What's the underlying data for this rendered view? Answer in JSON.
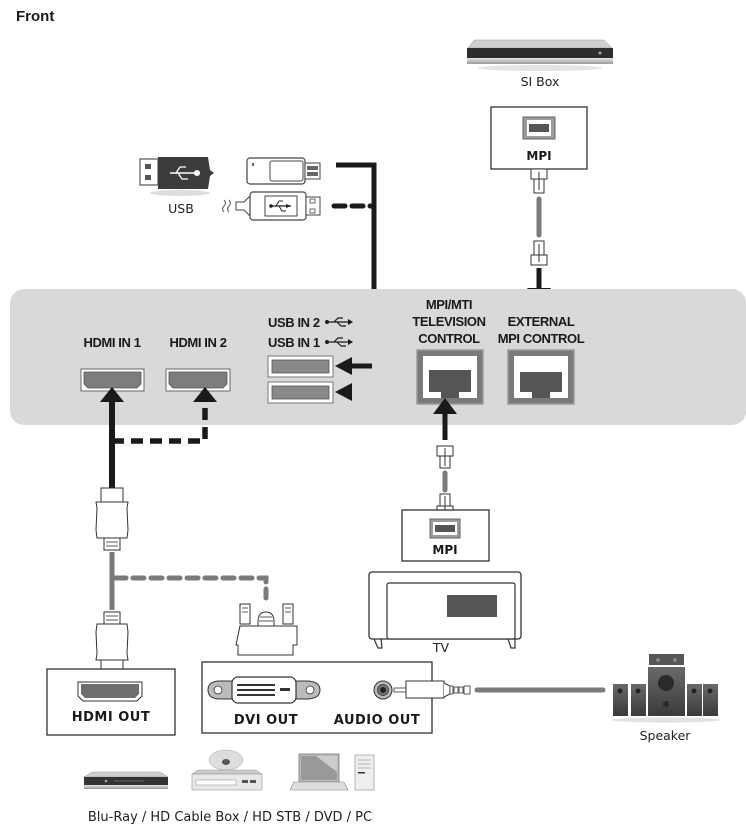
{
  "title": "Front",
  "devices": {
    "si_box": "SI Box",
    "usb": "USB",
    "tv": "TV",
    "speaker": "Speaker",
    "sources": "Blu-Ray / HD Cable Box / HD STB / DVD / PC"
  },
  "panel": {
    "hdmi_in_1": "HDMI IN 1",
    "hdmi_in_2": "HDMI IN 2",
    "usb_in_2": "USB IN 2",
    "usb_in_1": "USB IN 1",
    "mpi_mti_line1": "MPI/MTI",
    "mpi_mti_line2": "TELEVISION",
    "mpi_mti_line3": "CONTROL",
    "external_line1": "EXTERNAL",
    "external_line2": "MPI CONTROL"
  },
  "boxes": {
    "si_box_mpi": "MPI",
    "tv_mpi": "MPI",
    "hdmi_out": "HDMI OUT",
    "dvi_out": "DVI OUT",
    "audio_out": "AUDIO OUT"
  },
  "colors": {
    "panel_bg": "#d9d9d9",
    "cable_dark": "#1a1a1a",
    "cable_gray": "#7a7a7a",
    "port_fill": "#7d7d7d"
  }
}
